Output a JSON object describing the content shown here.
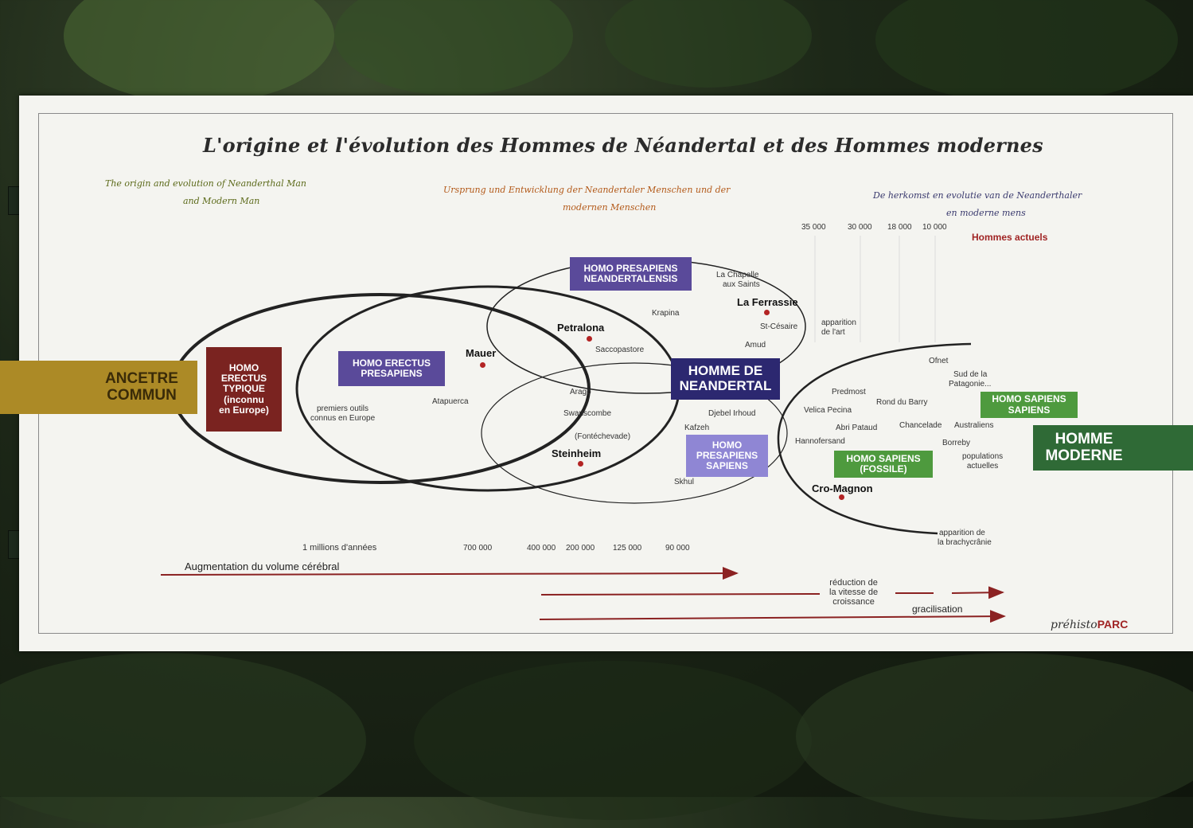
{
  "title": "L'origine et l'évolution des Hommes de Néandertal et des Hommes modernes",
  "subtitles": {
    "english": [
      "The origin and evolution of Neanderthal Man",
      "and Modern Man"
    ],
    "german": [
      "Ursprung und Entwicklung der Neandertaler Menschen und der",
      "modernen Menschen"
    ],
    "dutch": [
      "De herkomst en evolutie van de Neanderthaler",
      "en moderne mens"
    ]
  },
  "timeline_top": [
    "35 000",
    "30 000",
    "18 000",
    "10 000"
  ],
  "hommes_actuels": "Hommes actuels",
  "groups": {
    "ancetre": [
      "ANCETRE",
      "COMMUN"
    ],
    "erectus_typique": [
      "HOMO",
      "ERECTUS",
      "TYPIQUE",
      "(inconnu",
      "en Europe)"
    ],
    "erectus_presapiens": [
      "HOMO ERECTUS",
      "PRESAPIENS"
    ],
    "presapiens_neandertalensis": [
      "HOMO PRESAPIENS",
      "NEANDERTALENSIS"
    ],
    "homme_neandertal": [
      "HOMME DE",
      "NEANDERTAL"
    ],
    "presapiens_sapiens": [
      "HOMO",
      "PRESAPIENS",
      "SAPIENS"
    ],
    "sapiens_fossile": [
      "HOMO SAPIENS",
      "(FOSSILE)"
    ],
    "sapiens_sapiens": [
      "HOMO SAPIENS",
      "SAPIENS"
    ],
    "homme_moderne": [
      "HOMME",
      "MODERNE"
    ]
  },
  "sites": {
    "mauer": "Mauer",
    "petralona": "Petralona",
    "steinheim": "Steinheim",
    "la_ferrassie": "La Ferrassie",
    "cro_magnon": "Cro-Magnon",
    "la_chapelle": [
      "La Chapelle",
      "aux Saints"
    ],
    "krapina": "Krapina",
    "st_cesaire": "St-Césaire",
    "amud": "Amud",
    "saccopastore": "Saccopastore",
    "arago": "Arago",
    "swanscombe": "Swanscombe",
    "fontechevade": "(Fontéchevade)",
    "atapuerca": "Atapuerca",
    "djebel": "Djebel Irhoud",
    "kafzeh": "Kafzeh",
    "skhul": "Skhul",
    "premiers_outils": [
      "premiers outils",
      "connus en Europe"
    ],
    "apparition_art": [
      "apparition",
      "de l'art"
    ],
    "ofnet": "Ofnet",
    "sud_patagonie": [
      "Sud de la",
      "Patagonie..."
    ],
    "predmost": "Predmost",
    "rond_barry": "Rond du Barry",
    "velica": "Velica Pecina",
    "abri_pataud": "Abri Pataud",
    "chancelade": "Chancelade",
    "australiens": "Australiens",
    "hannofersand": "Hannofersand",
    "borreby": "Borreby",
    "populations": [
      "populations",
      "actuelles"
    ],
    "brachycranie": [
      "apparition de",
      "la brachycrânie"
    ]
  },
  "timeline_bottom": {
    "million": "1 millions d'années",
    "t700": "700 000",
    "t400": "400 000",
    "t200": "200 000",
    "t125": "125 000",
    "t90": "90 000"
  },
  "arrows": {
    "volume": "Augmentation du volume cérébral",
    "reduction": [
      "réduction de",
      "la vitesse de",
      "croissance"
    ],
    "gracilisation": "gracilisation"
  },
  "logo": {
    "prefix": "préhisto",
    "suffix": "PARC"
  },
  "colors": {
    "ancetre": "#ac8a26",
    "erectus_typique": "#7a2320",
    "purple": "#5a4a9a",
    "neandertal": "#2c2870",
    "presapiens_sapiens": "#8f86d4",
    "green": "#4e9a3e",
    "homme_moderne": "#2f6a36",
    "arrow": "#8b2222"
  }
}
